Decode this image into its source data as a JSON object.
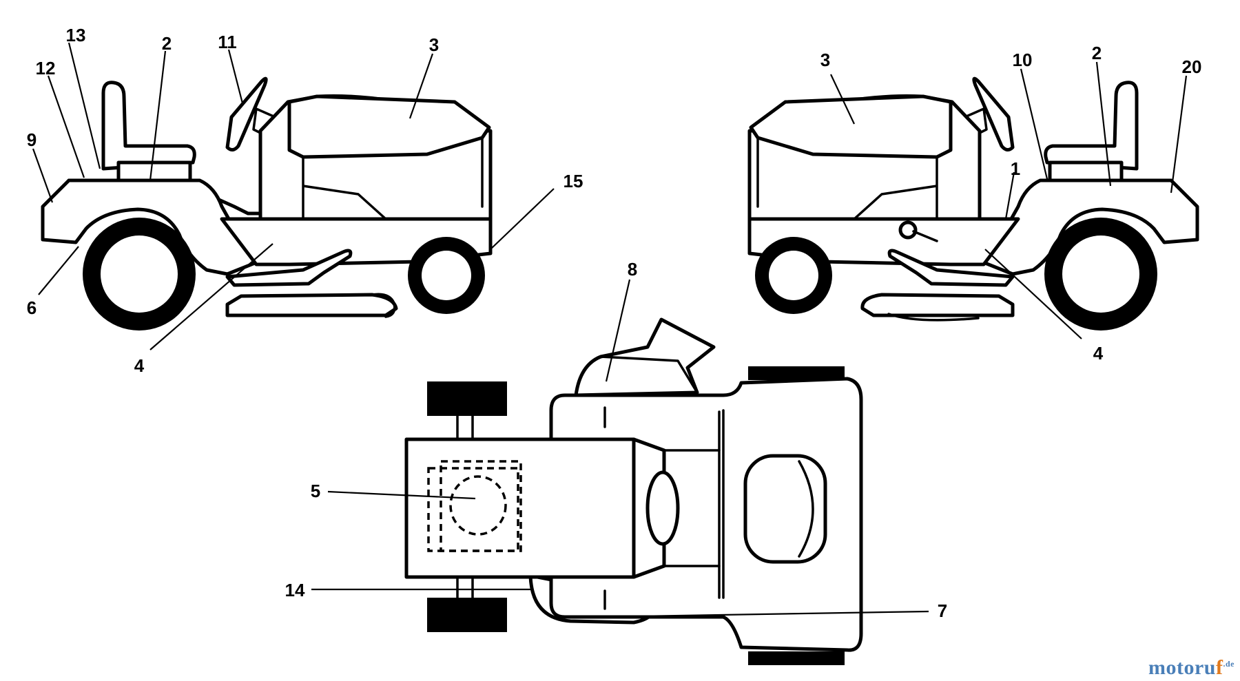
{
  "callouts": {
    "left": {
      "c13": "13",
      "c2": "2",
      "c11": "11",
      "c3": "3",
      "c12": "12",
      "c9": "9",
      "c15": "15",
      "c6": "6",
      "c4": "4"
    },
    "right": {
      "c3": "3",
      "c10": "10",
      "c2": "2",
      "c20": "20",
      "c1": "1",
      "c4": "4"
    },
    "top": {
      "c8": "8",
      "c5": "5",
      "c14": "14",
      "c7": "7"
    }
  },
  "watermark": {
    "main": "motoru",
    "accent": "f",
    "tld": ".de"
  },
  "colors": {
    "line": "#000000",
    "background": "#ffffff",
    "watermark_blue": "#4a7fb8",
    "watermark_orange": "#e07a1e"
  }
}
